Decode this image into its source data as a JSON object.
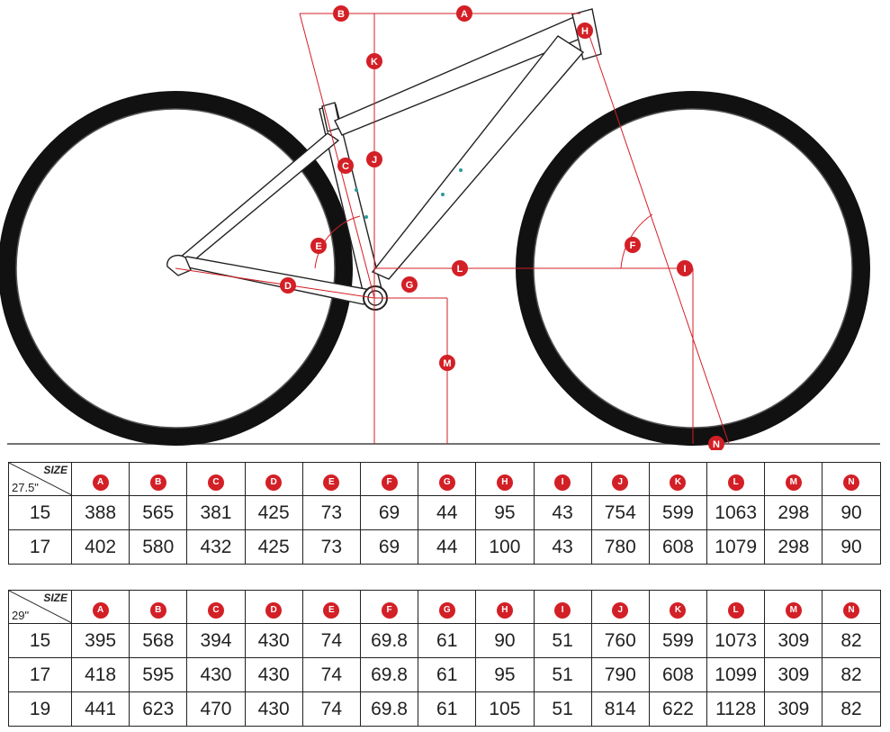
{
  "dimension_letters": [
    "A",
    "B",
    "C",
    "D",
    "E",
    "F",
    "G",
    "H",
    "I",
    "J",
    "K",
    "L",
    "M",
    "N"
  ],
  "colors": {
    "annotation_red": "#d31f26",
    "frame_line": "#222222",
    "tire_black": "#111111",
    "valve_teal": "#2a9a9a"
  },
  "table_27": {
    "size_label": "SIZE",
    "wheel_label": "27.5\"",
    "rows": [
      {
        "size": "15",
        "values": [
          "388",
          "565",
          "381",
          "425",
          "73",
          "69",
          "44",
          "95",
          "43",
          "754",
          "599",
          "1063",
          "298",
          "90"
        ]
      },
      {
        "size": "17",
        "values": [
          "402",
          "580",
          "432",
          "425",
          "73",
          "69",
          "44",
          "100",
          "43",
          "780",
          "608",
          "1079",
          "298",
          "90"
        ]
      }
    ]
  },
  "table_29": {
    "size_label": "SIZE",
    "wheel_label": "29\"",
    "rows": [
      {
        "size": "15",
        "values": [
          "395",
          "568",
          "394",
          "430",
          "74",
          "69.8",
          "61",
          "90",
          "51",
          "760",
          "599",
          "1073",
          "309",
          "82"
        ]
      },
      {
        "size": "17",
        "values": [
          "418",
          "595",
          "430",
          "430",
          "74",
          "69.8",
          "61",
          "95",
          "51",
          "790",
          "608",
          "1099",
          "309",
          "82"
        ]
      },
      {
        "size": "19",
        "values": [
          "441",
          "623",
          "470",
          "430",
          "74",
          "69.8",
          "61",
          "105",
          "51",
          "814",
          "622",
          "1128",
          "309",
          "82"
        ]
      }
    ]
  }
}
